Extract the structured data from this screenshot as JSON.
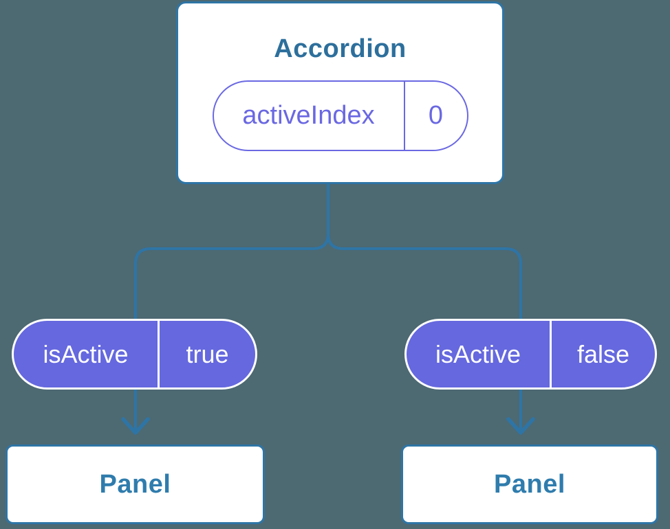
{
  "diagram": {
    "root": {
      "title": "Accordion",
      "state": {
        "name": "activeIndex",
        "value": "0"
      }
    },
    "props": [
      {
        "name": "isActive",
        "value": "true"
      },
      {
        "name": "isActive",
        "value": "false"
      }
    ],
    "children": [
      {
        "label": "Panel"
      },
      {
        "label": "Panel"
      }
    ]
  },
  "colors": {
    "background": "#4d6972",
    "line": "#2e75a6",
    "card-bg": "#ffffff",
    "title-text": "#2d6f9c",
    "panel-text": "#2f7cad",
    "pill-fill": "#6568de",
    "pill-accent": "#6a68e2"
  }
}
